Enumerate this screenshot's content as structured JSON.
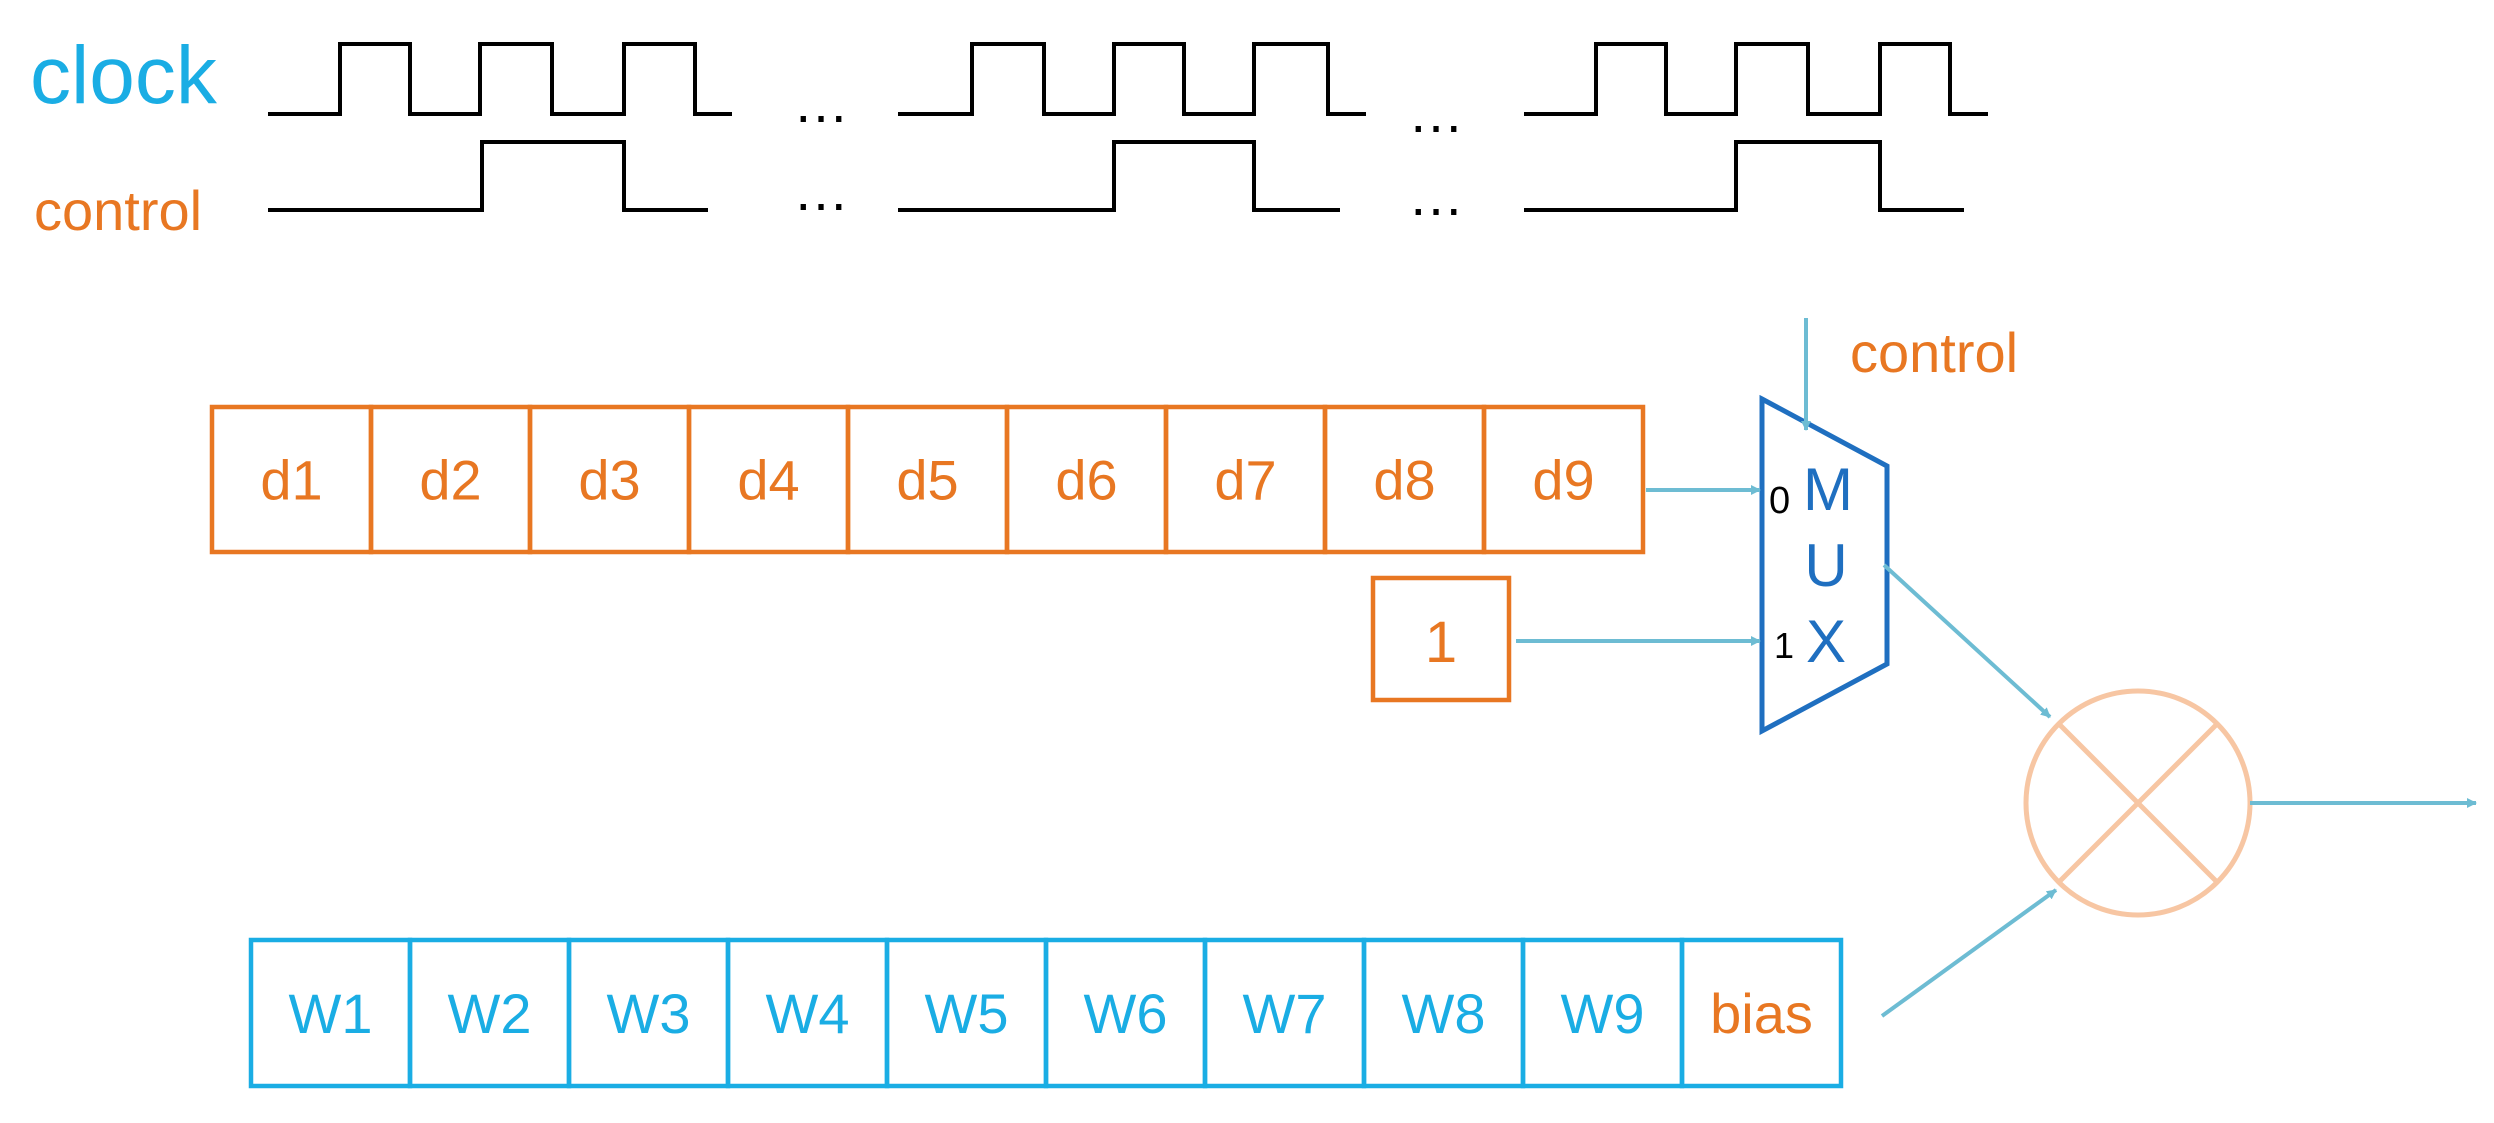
{
  "signals": {
    "clock_label": "clock",
    "control_label": "control",
    "ellipsis": "…"
  },
  "data_register": {
    "cells": [
      "d1",
      "d2",
      "d3",
      "d4",
      "d5",
      "d6",
      "d7",
      "d8",
      "d9"
    ]
  },
  "constant_box": {
    "value": "1"
  },
  "mux": {
    "letters": [
      "M",
      "U",
      "X"
    ],
    "input0": "0",
    "input1": "1",
    "select_label": "control"
  },
  "weight_register": {
    "cells": [
      "W1",
      "W2",
      "W3",
      "W4",
      "W5",
      "W6",
      "W7",
      "W8",
      "W9",
      "bias"
    ]
  },
  "colors": {
    "orange": "#E87722",
    "blue": "#1AADE4",
    "mux_blue": "#1F6FC0",
    "arrow": "#6DBCD3",
    "multiplier": "#F7C6A3",
    "black": "#000000"
  }
}
